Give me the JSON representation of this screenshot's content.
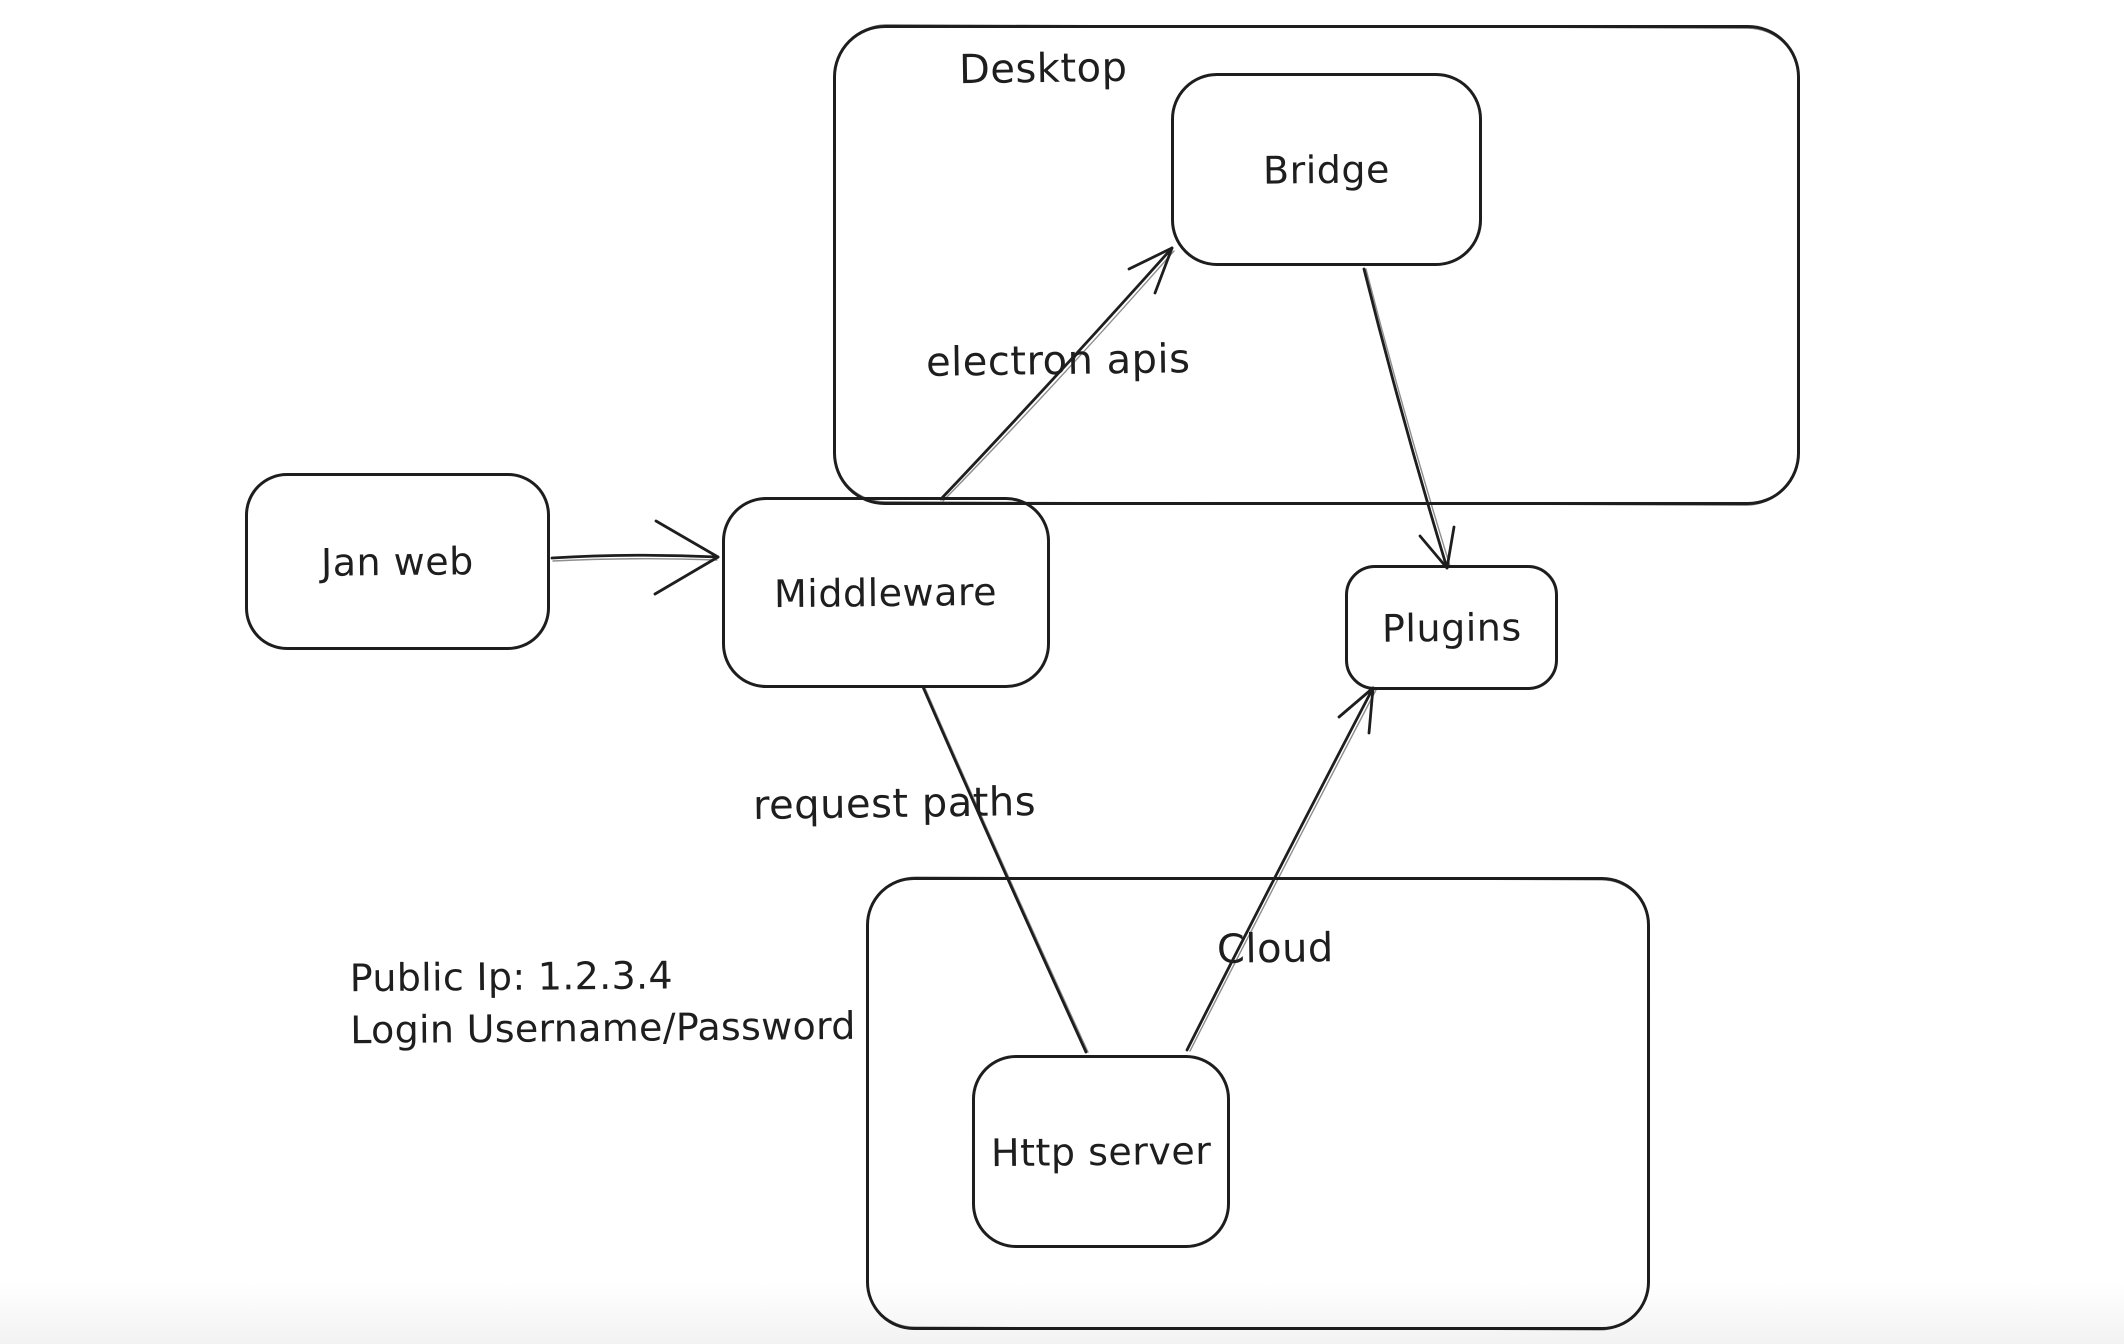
{
  "diagram": {
    "colors": {
      "stroke": "#1e1e1e",
      "background": "#ffffff",
      "bottom_fade": "#f4f4f4"
    },
    "containers": {
      "desktop": {
        "label": "Desktop"
      },
      "cloud": {
        "label": "Cloud"
      }
    },
    "nodes": {
      "jan_web": {
        "label": "Jan web"
      },
      "middleware": {
        "label": "Middleware"
      },
      "bridge": {
        "label": "Bridge"
      },
      "plugins": {
        "label": "Plugins"
      },
      "http_server": {
        "label": "Http server"
      }
    },
    "edges": {
      "jan_web_to_middleware": {
        "from": "Jan web",
        "to": "Middleware",
        "label": "",
        "arrowhead": "end"
      },
      "middleware_to_bridge": {
        "from": "Middleware",
        "to": "Bridge",
        "label": "electron apis",
        "arrowhead": "end"
      },
      "bridge_to_plugins": {
        "from": "Bridge",
        "to": "Plugins",
        "label": "",
        "arrowhead": "end"
      },
      "middleware_to_http_server": {
        "from": "Middleware",
        "to": "Http server",
        "label": "request paths",
        "arrowhead": "none"
      },
      "http_server_to_plugins": {
        "from": "Http server",
        "to": "Plugins",
        "label": "",
        "arrowhead": "end"
      }
    },
    "notes": {
      "public_ip": {
        "text": "Public Ip: 1.2.3.4"
      },
      "login": {
        "text": "Login Username/Password"
      }
    }
  }
}
